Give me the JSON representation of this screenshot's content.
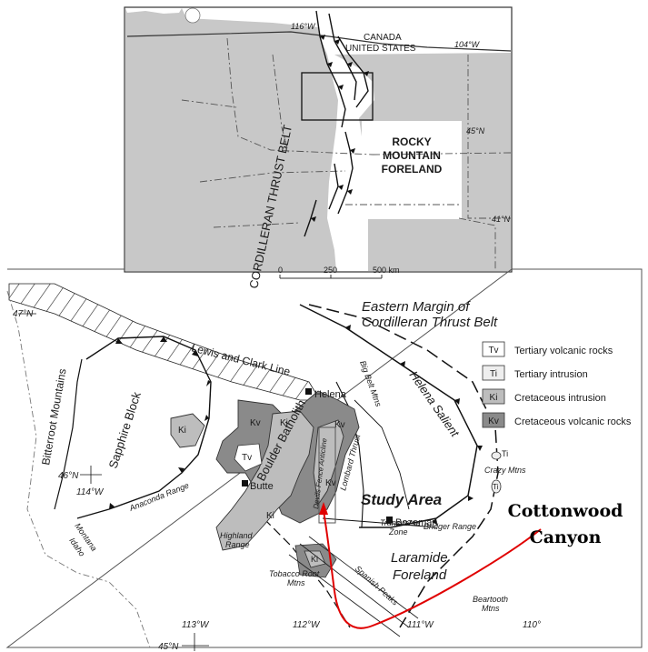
{
  "inset": {
    "meridian_116": "116°W",
    "meridian_104": "104°W",
    "parallel_45": "45°N",
    "parallel_41": "41°N",
    "canada_label": "CANADA",
    "us_label": "UNITED STATES",
    "foreland_label": [
      "ROCKY",
      "MOUNTAIN",
      "FORELAND"
    ],
    "thrust_belt_label": "CORDILLERAN THRUST BELT",
    "scale_labels": [
      "0",
      "250",
      "500 km"
    ]
  },
  "main": {
    "lat_47": "47°N",
    "lat_46": "46°N",
    "lat_45": "45°N",
    "lon_114": "114°W",
    "lon_113": "113°W",
    "lon_112": "112°W",
    "lon_111": "111°W",
    "lon_110": "110°",
    "eastern_margin": [
      "Eastern Margin of",
      "Cordilleran Thrust Belt"
    ],
    "lewis_clark": "Lewis and Clark Line",
    "bitterroot": "Bitterroot Mountains",
    "sapphire": "Sapphire Block",
    "anaconda": "Anaconda Range",
    "montana": "Montana",
    "idaho": "Idaho",
    "boulder_batholith": "Boulder Batholith",
    "helena": "Helena",
    "butte": "Butte",
    "bozeman": "Bozeman",
    "big_belt": "Big Belt Mtns",
    "helena_salient": "Helena Salient",
    "devils_fence": "Devils Fence Anticline",
    "lombard": "Lombard Thrust",
    "study_area": "Study Area",
    "transverse_zone": [
      "Transverse",
      "Zone"
    ],
    "bridger": "Bridger Range",
    "laramide": [
      "Laramide",
      "Foreland"
    ],
    "highland": [
      "Highland",
      "Range"
    ],
    "tobacco_root": [
      "Tobacco Root",
      "Mtns"
    ],
    "spanish_peaks": "Spanish Peaks",
    "crazy_mtns": "Crazy Mtns",
    "beartooth": [
      "Beartooth",
      "Mtns"
    ],
    "unit_kv": "Kv",
    "unit_ki": "Ki",
    "unit_tv": "Tv",
    "unit_ti": "Ti"
  },
  "legend": [
    {
      "code": "Tv",
      "label": "Tertiary volcanic rocks",
      "color": "#ffffff"
    },
    {
      "code": "Ti",
      "label": "Tertiary intrusion",
      "color": "#eeeeee"
    },
    {
      "code": "Ki",
      "label": "Cretaceous intrusion",
      "color": "#bdbdbd"
    },
    {
      "code": "Kv",
      "label": "Cretaceous volcanic rocks",
      "color": "#8a8a8a"
    }
  ],
  "callout": [
    "Cottonwood",
    "Canyon"
  ],
  "colors": {
    "arrow": "#e00000",
    "kv_fill": "#8a8a8a",
    "ki_fill": "#bdbdbd",
    "inset_land": "#c8c8c8"
  }
}
